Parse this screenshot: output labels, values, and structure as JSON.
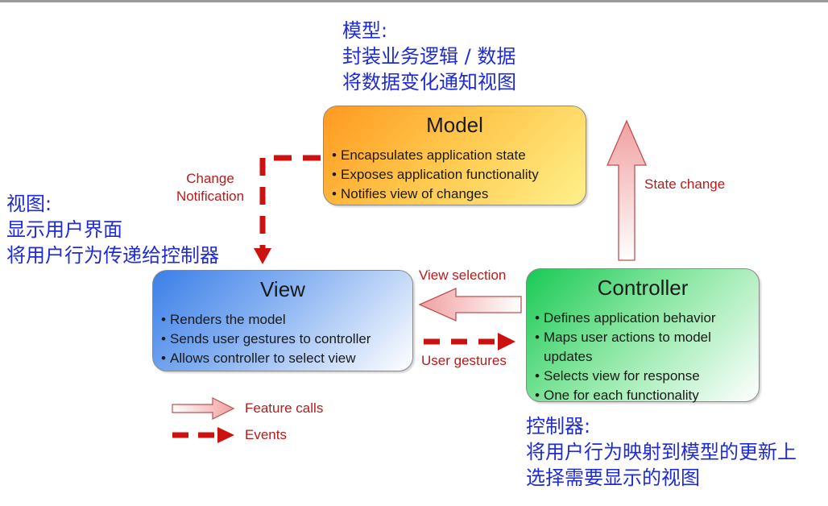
{
  "model_note": {
    "lines": [
      "模型:",
      "封装业务逻辑 / 数据",
      "将数据变化通知视图"
    ]
  },
  "view_note": {
    "lines": [
      "视图:",
      "显示用户界面",
      "将用户行为传递给控制器"
    ]
  },
  "controller_note": {
    "lines": [
      "控制器:",
      "将用户行为映射到模型的更新上",
      "选择需要显示的视图"
    ]
  },
  "model": {
    "title": "Model",
    "bullets": [
      "Encapsulates application state",
      "Exposes application functionality",
      "Notifies view of changes"
    ]
  },
  "view": {
    "title": "View",
    "bullets": [
      "Renders the model",
      "Sends user gestures to controller",
      "Allows controller to select view"
    ]
  },
  "controller": {
    "title": "Controller",
    "bullets": [
      "Defines application behavior",
      "Maps user actions to model",
      "updates",
      "Selects view for response",
      "One for each functionality"
    ]
  },
  "edges": {
    "change_notification": [
      "Change",
      "Notification"
    ],
    "state_change": "State change",
    "view_selection": "View selection",
    "user_gestures": "User gestures"
  },
  "legend": {
    "feature_calls": "Feature calls",
    "events": "Events"
  },
  "colors": {
    "note_text": "#1f2bd6",
    "edge_label": "#b81a1a",
    "arrow_red": "#cc1111"
  }
}
